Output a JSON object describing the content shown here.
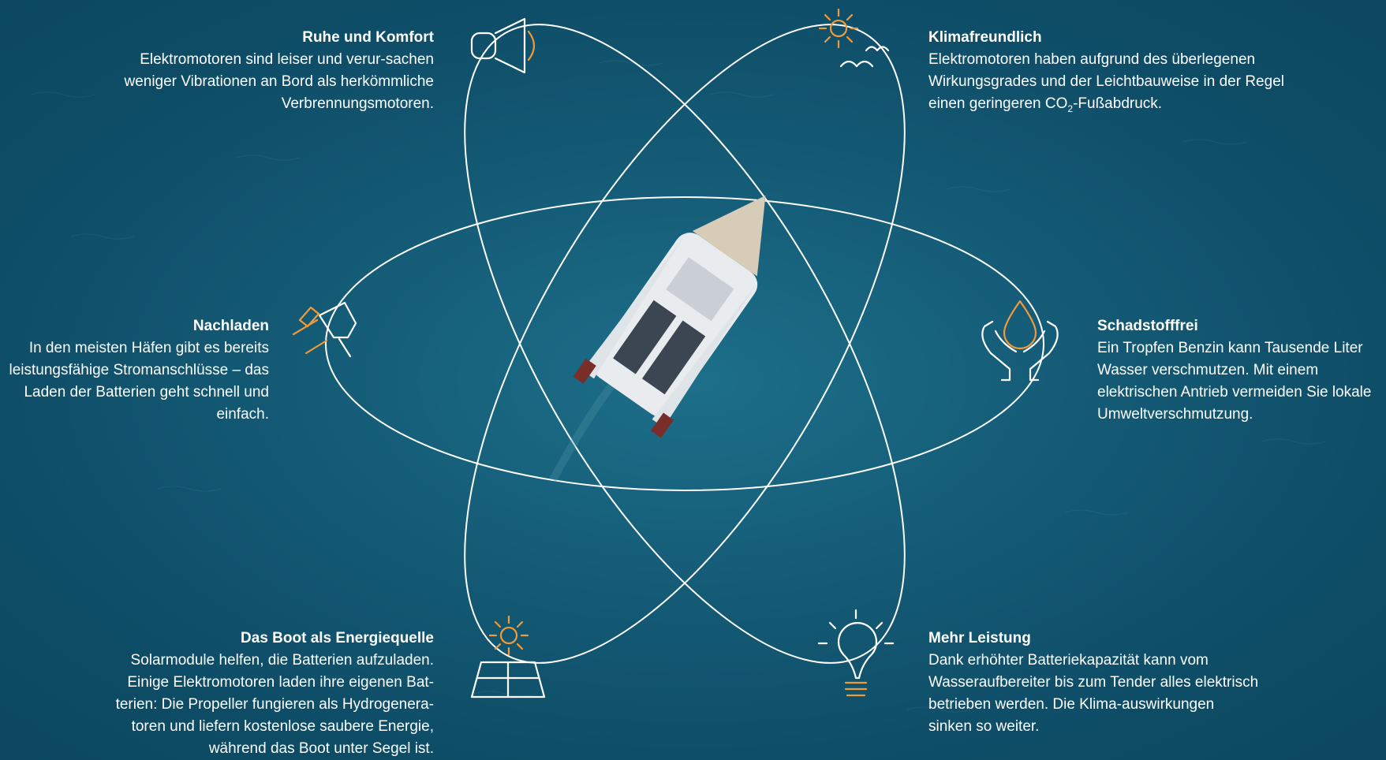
{
  "colors": {
    "sea": "#155d78",
    "line": "#ffffff",
    "accent": "#f39a38"
  },
  "features": {
    "ruhe": {
      "title": "Ruhe und Komfort",
      "body": "Elektromotoren sind leiser und verur-sachen weniger Vibrationen an Bord als herkömmliche Verbrennungsmotoren.",
      "icon": "speaker-icon"
    },
    "klima": {
      "title": "Klimafreundlich",
      "body_before": "Elektromotoren haben aufgrund des überlegenen Wirkungsgrades und der Leichtbauweise in der Regel einen geringeren CO",
      "body_sub": "2",
      "body_after": "-Fußabdruck.",
      "icon": "sun-birds-icon"
    },
    "nach": {
      "title": "Nachladen",
      "body": "In den meisten Häfen gibt es bereits leistungsfähige Stromanschlüsse – das Laden der Batterien geht schnell und einfach.",
      "icon": "plug-icon"
    },
    "schad": {
      "title": "Schadstofffrei",
      "body": "Ein Tropfen Benzin kann Tausende Liter Wasser verschmutzen. Mit einem elektrischen Antrieb vermeiden Sie lokale Umweltverschmutzung.",
      "icon": "drop-hands-icon"
    },
    "boot": {
      "title": "Das Boot als Energiequelle",
      "body": "Solarmodule helfen, die Batterien aufzuladen. Einige Elektromotoren laden ihre eigenen Bat-terien: Die Propeller fungieren als Hydrogenera-toren und liefern kostenlose saubere Energie, während das Boot unter Segel ist.",
      "icon": "solar-panel-icon"
    },
    "leist": {
      "title": "Mehr Leistung",
      "body": "Dank erhöhter Batteriekapazität kann vom Wasseraufbereiter bis zum Tender alles elektrisch betrieben werden. Die Klima-auswirkungen sinken so weiter.",
      "icon": "lightbulb-icon"
    }
  }
}
